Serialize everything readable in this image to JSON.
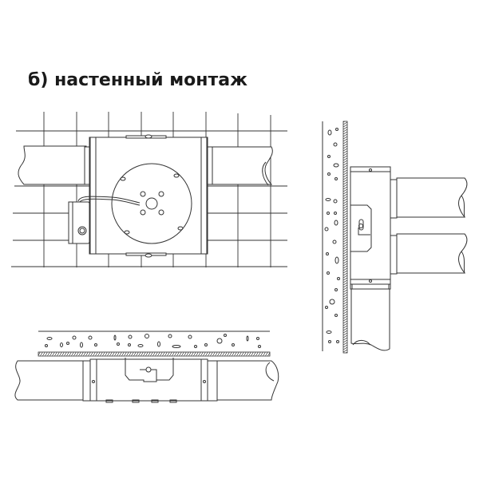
{
  "title": "б) настенный монтаж",
  "views": [
    {
      "name": "front-view-on-grid",
      "description": "fan box mounted over wall grid, ducts left and right"
    },
    {
      "name": "side-view-wall",
      "description": "fan box mounted vertically on wall, two ducts on right, one duct below"
    },
    {
      "name": "top-view-ceiling",
      "description": "fan box mounted under ceiling slab, ducts left and right"
    }
  ],
  "colors": {
    "line": "#333333",
    "background": "#ffffff",
    "text": "#1a1a1a"
  }
}
